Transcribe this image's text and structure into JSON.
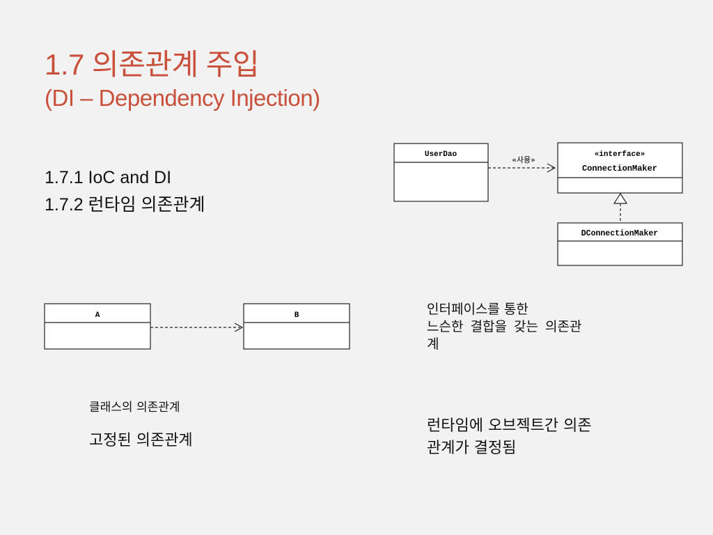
{
  "title": {
    "line1": "1.7 의존관계 주입",
    "line2": "(DI – Dependency Injection)"
  },
  "bullets": [
    "1.7.1 IoC and DI",
    "1.7.2 런타임 의존관계"
  ],
  "diagram_uml": {
    "userdao": "UserDao",
    "usage_label": "«사용»",
    "interface_stereotype": "«interface»",
    "connection_maker": "ConnectionMaker",
    "dconnection_maker": "DConnectionMaker"
  },
  "diagram_ab": {
    "a": "A",
    "b": "B"
  },
  "notes": {
    "interface_line1": "인터페이스를 통한",
    "interface_line2": "느슨한 결합을 갖는 의존관",
    "interface_line3": "계",
    "class_dep_small": "클래스의 의존관계",
    "class_dep_big": "고정된 의존관계",
    "runtime_line1": "런타임에 오브젝트간 의존",
    "runtime_line2": "관계가 결정됨"
  },
  "colors": {
    "title": "#c9503a",
    "background": "#f2f2f2"
  }
}
